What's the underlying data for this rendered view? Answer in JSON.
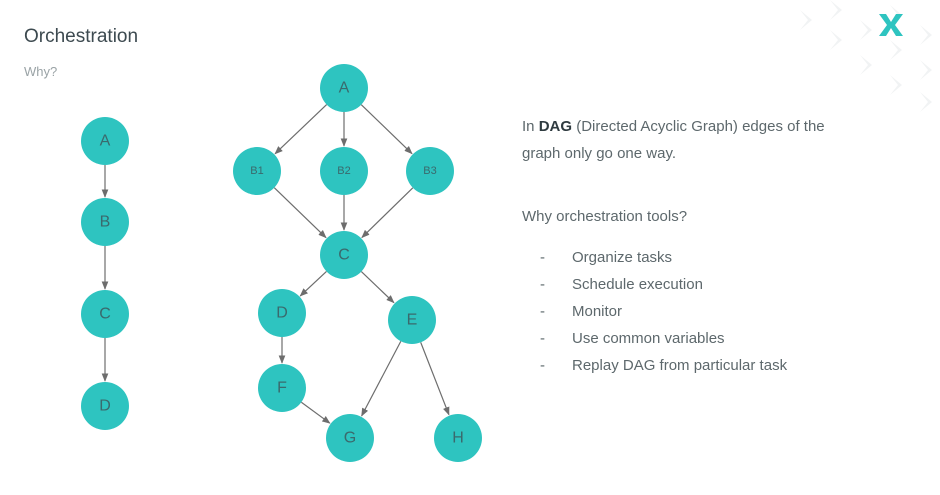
{
  "slide": {
    "title": "Orchestration",
    "subtitle": "Why?"
  },
  "colors": {
    "node_fill": "#2ec4c0",
    "node_text": "#3a6a6d",
    "edge": "#6d6d6d",
    "logo": "#2ec4c0"
  },
  "logo_icon": "x-brand-logo",
  "chain_diagram": {
    "nodes": [
      "A",
      "B",
      "C",
      "D"
    ],
    "edges": [
      [
        "A",
        "B"
      ],
      [
        "B",
        "C"
      ],
      [
        "C",
        "D"
      ]
    ]
  },
  "dag_diagram": {
    "nodes": [
      "A",
      "B1",
      "B2",
      "B3",
      "C",
      "D",
      "E",
      "F",
      "G",
      "H"
    ],
    "edges": [
      [
        "A",
        "B1"
      ],
      [
        "A",
        "B2"
      ],
      [
        "A",
        "B3"
      ],
      [
        "B1",
        "C"
      ],
      [
        "B2",
        "C"
      ],
      [
        "B3",
        "C"
      ],
      [
        "C",
        "D"
      ],
      [
        "C",
        "E"
      ],
      [
        "D",
        "F"
      ],
      [
        "F",
        "G"
      ],
      [
        "E",
        "G"
      ],
      [
        "E",
        "H"
      ]
    ]
  },
  "explanation": {
    "prefix": "In ",
    "term": "DAG",
    "suffix": " (Directed Acyclic Graph) edges of the graph only go one way."
  },
  "why_tools": {
    "heading": "Why orchestration tools?",
    "items": [
      "Organize tasks",
      "Schedule execution",
      "Monitor",
      "Use common variables",
      "Replay DAG from particular task"
    ],
    "bullet": "-"
  }
}
